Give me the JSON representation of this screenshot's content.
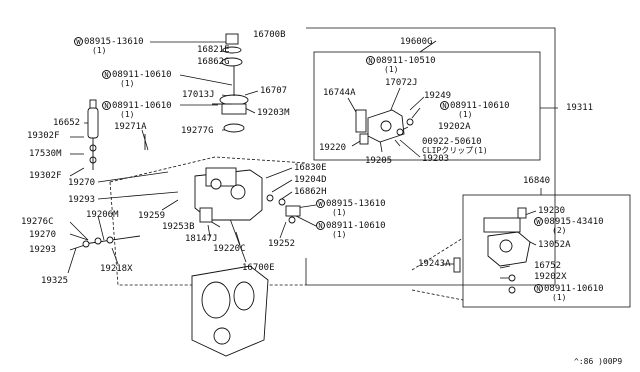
{
  "labels": {
    "l16700B": "16700B",
    "l16821E": "16821E",
    "l16862G": "16862G",
    "l17013J": "17013J",
    "l16707": "16707",
    "l19203M": "19203M",
    "l16652": "16652",
    "l19302F_a": "19302F",
    "l19271A": "19271A",
    "l17530M": "17530M",
    "l19277G": "19277G",
    "l19302F_b": "19302F",
    "l19270_a": "19270",
    "l19293_a": "19293",
    "l19259": "19259",
    "l16830E": "16830E",
    "l19204D": "19204D",
    "l16862H": "16862H",
    "l19253B": "19253B",
    "l18147J": "18147J",
    "l19220C": "19220C",
    "l19252": "19252",
    "l16700E": "16700E",
    "l19276C": "19276C",
    "l19270_b": "19270",
    "l19206M": "19206M",
    "l19293_b": "19293",
    "l19218X": "19218X",
    "l19325": "19325",
    "l19600G": "19600G",
    "l16744A": "16744A",
    "l17072J": "17072J",
    "l19249": "19249",
    "l19202A": "19202A",
    "l19220": "19220",
    "l19205": "19205",
    "l19203": "19203",
    "l19311": "19311",
    "l16840": "16840",
    "l19230": "19230",
    "l13052A": "13052A",
    "l19243A": "19243A",
    "l16752": "16752",
    "l19202X": "19202X"
  },
  "circled": {
    "w_08915_13610_top": {
      "symbol": "W",
      "text": "08915-13610",
      "qty": "(1)"
    },
    "n_08911_10610_a": {
      "symbol": "N",
      "text": "08911-10610",
      "qty": "(1)"
    },
    "n_08911_10610_b": {
      "symbol": "N",
      "text": "08911-10610",
      "qty": "(1)"
    },
    "w_08915_13610_mid": {
      "symbol": "W",
      "text": "08915-13610",
      "qty": "(1)"
    },
    "n_08911_10610_mid": {
      "symbol": "N",
      "text": "08911-10610",
      "qty": "(1)"
    },
    "n_08911_10510": {
      "symbol": "N",
      "text": "08911-10510",
      "qty": "(1)"
    },
    "n_08911_10610_right": {
      "symbol": "N",
      "text": "08911-10610",
      "qty": "(1)"
    },
    "w_08915_43410": {
      "symbol": "W",
      "text": "08915-43410",
      "qty": "(2)"
    },
    "n_08911_10610_br": {
      "symbol": "N",
      "text": "08911-10610",
      "qty": "(1)"
    }
  },
  "clip": {
    "part": "00922-50610",
    "desc": "CLIPクリップ(1)"
  },
  "footer_code": "^:86 )00P9"
}
